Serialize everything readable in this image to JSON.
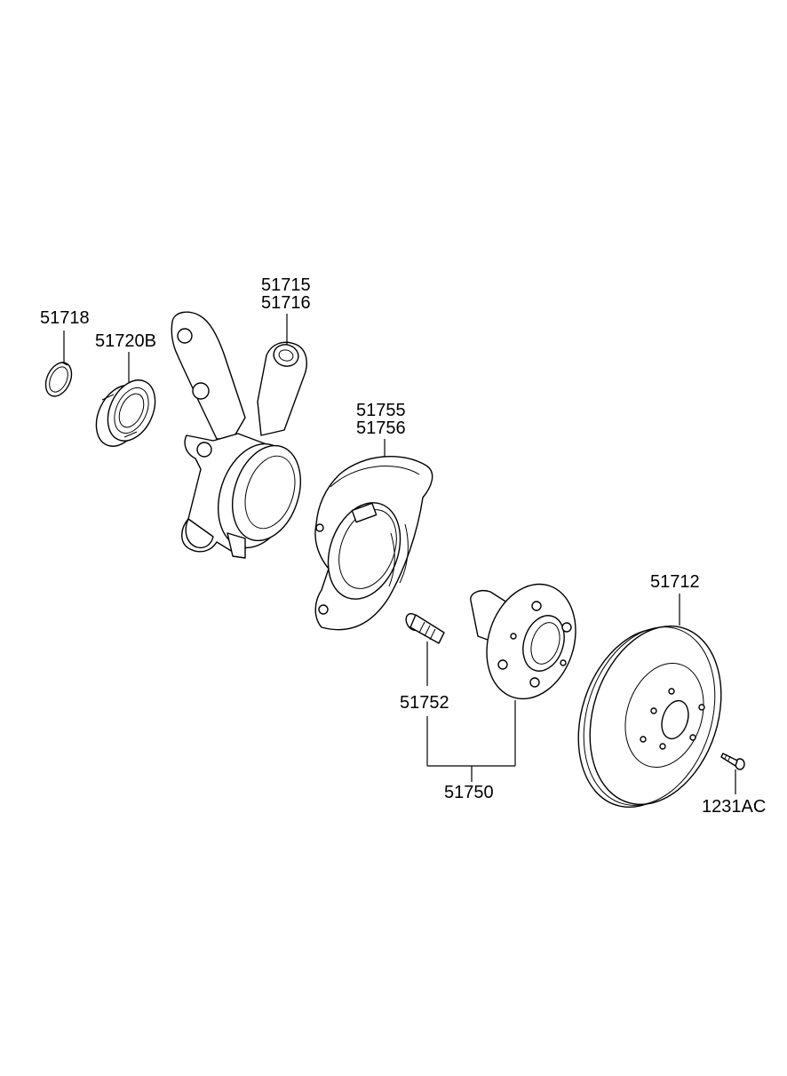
{
  "diagram": {
    "labels": {
      "p51715": "51715",
      "p51716": "51716",
      "p51718": "51718",
      "p51720B": "51720B",
      "p51755": "51755",
      "p51756": "51756",
      "p51712": "51712",
      "p51752": "51752",
      "p51750": "51750",
      "p1231AC": "1231AC"
    }
  }
}
